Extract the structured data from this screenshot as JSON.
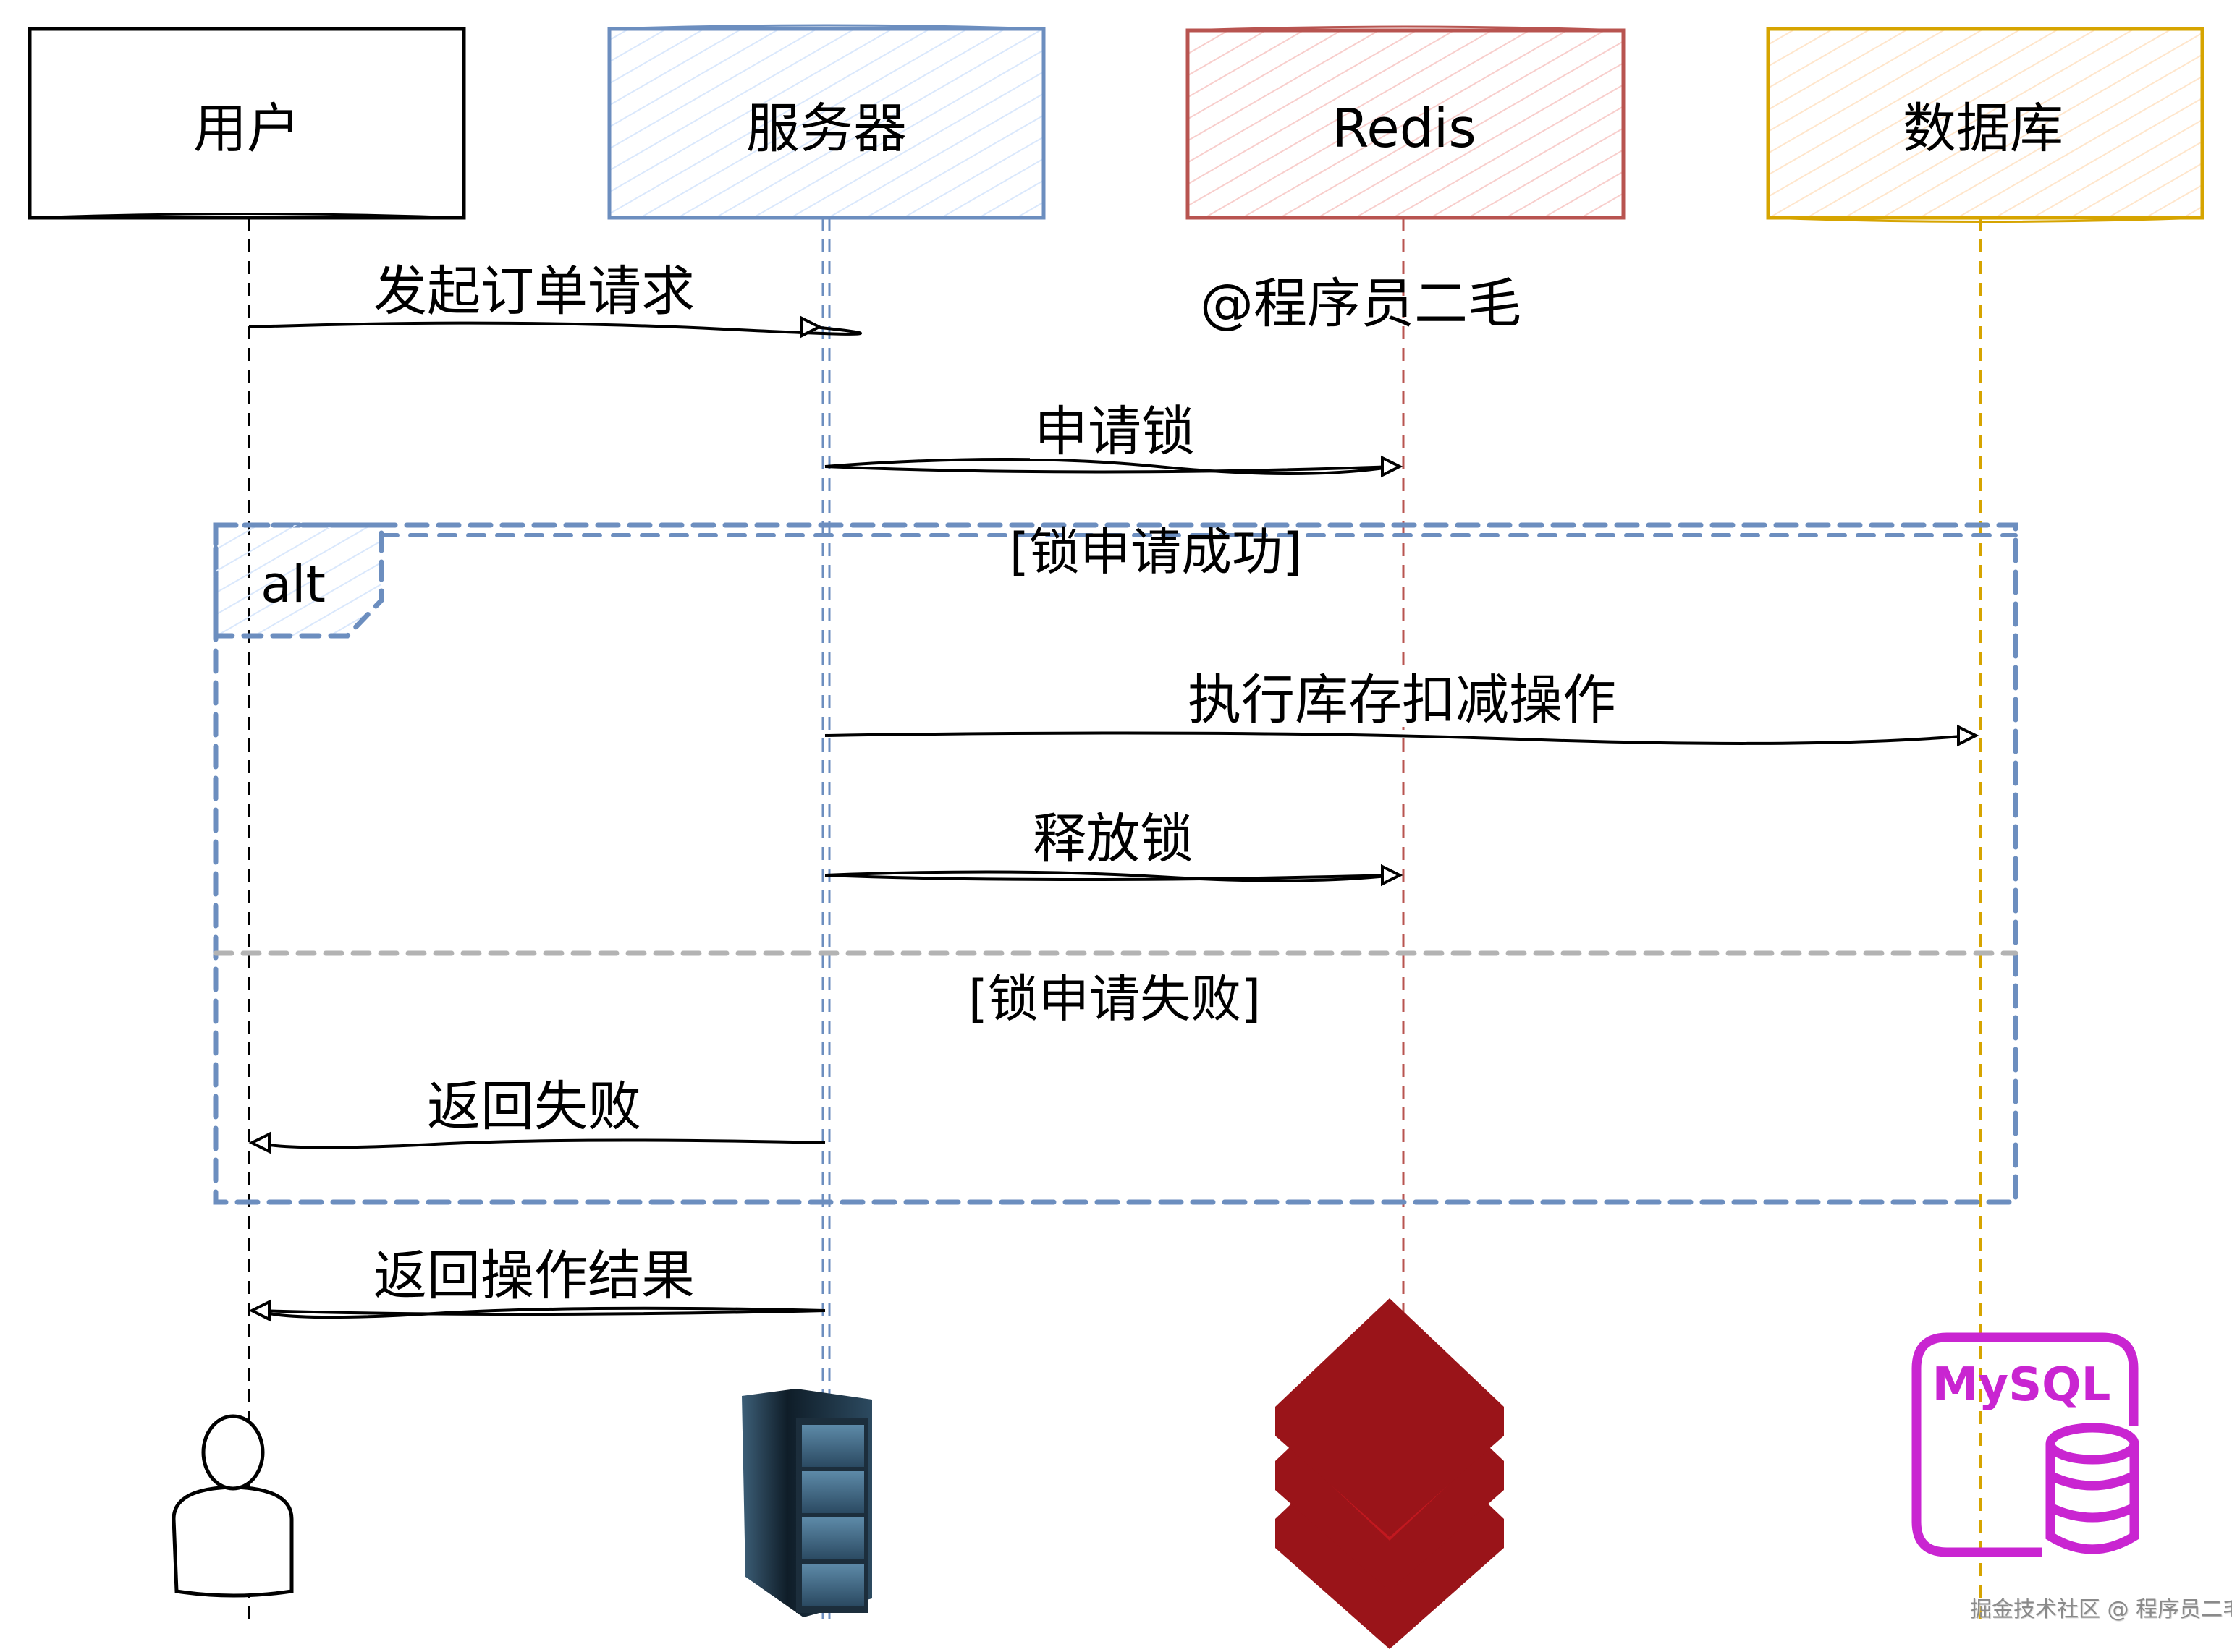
{
  "diagram": {
    "type": "sequence",
    "participants": [
      {
        "id": "user",
        "label": "用户",
        "stroke": "#000000",
        "fill": "#ffffff",
        "icon": "person-icon"
      },
      {
        "id": "server",
        "label": "服务器",
        "stroke": "#6c8ebf",
        "fill": "#dae8fc",
        "icon": "server-rack-icon"
      },
      {
        "id": "redis",
        "label": "Redis",
        "stroke": "#b85450",
        "fill": "#f8cecc",
        "icon": "redis-logo-icon"
      },
      {
        "id": "db",
        "label": "数据库",
        "stroke": "#d6a400",
        "fill": "#ffe6cc",
        "icon": "mysql-database-icon"
      }
    ],
    "author_tag": "@程序员二毛",
    "messages": [
      {
        "from": "user",
        "to": "server",
        "label": "发起订单请求"
      },
      {
        "from": "server",
        "to": "redis",
        "label": "申请锁"
      },
      {
        "from": "server",
        "to": "db",
        "label": "执行库存扣减操作"
      },
      {
        "from": "server",
        "to": "redis",
        "label": "释放锁"
      },
      {
        "from": "server",
        "to": "user",
        "label": "返回失败"
      },
      {
        "from": "server",
        "to": "user",
        "label": "返回操作结果"
      }
    ],
    "fragment": {
      "operator": "alt",
      "stroke": "#6c8ebf",
      "divider_color": "#b3b3b3",
      "guards": [
        "[锁申请成功]",
        "[锁申请失败]"
      ]
    },
    "icons": {
      "mysql_text": "MySQL",
      "mysql_color": "#c925d1",
      "redis_color": "#b5141b"
    }
  },
  "watermark": "掘金技术社区 @ 程序员二毛"
}
